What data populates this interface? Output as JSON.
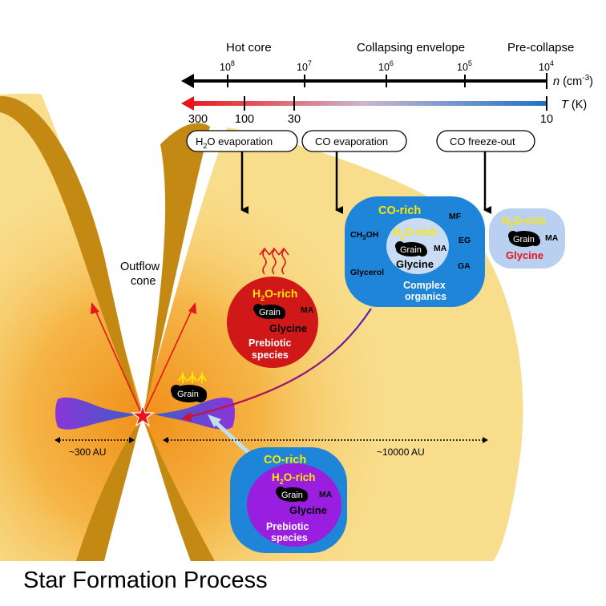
{
  "title": "Star Formation Process",
  "stages": {
    "hot_core": "Hot core",
    "collapsing": "Collapsing envelope",
    "pre_collapse": "Pre-collapse"
  },
  "density_axis": {
    "ticks": [
      {
        "base": "10",
        "exp": "8"
      },
      {
        "base": "10",
        "exp": "7"
      },
      {
        "base": "10",
        "exp": "6"
      },
      {
        "base": "10",
        "exp": "5"
      },
      {
        "base": "10",
        "exp": "4"
      }
    ],
    "label_var": "n",
    "label_unit_open": " (cm",
    "label_unit_exp": "-3",
    "label_unit_close": ")"
  },
  "temperature_axis": {
    "ticks": [
      "300",
      "100",
      "30",
      "10"
    ],
    "label_var": "T",
    "label_unit": " (K)",
    "colors": {
      "hot": "#e8141b",
      "mid": "#c9b7cf",
      "cold": "#1f73c7"
    }
  },
  "events": {
    "h2o_evap_pre": "H",
    "h2o_evap_sub": "2",
    "h2o_evap_post": "O evaporation",
    "co_evap": "CO evaporation",
    "co_freeze": "CO freeze-out"
  },
  "bubbles": {
    "pre_collapse": {
      "rich_pre": "H",
      "rich_sub": "2",
      "rich_post": "O-rich",
      "grain": "Grain",
      "ma": "MA",
      "glycine": "Glycine"
    },
    "collapsing": {
      "co_rich": "CO-rich",
      "mf": "MF",
      "ch3oh_pre": "CH",
      "ch3oh_sub": "3",
      "ch3oh_post": "OH",
      "eg": "EG",
      "glycerol": "Glycerol",
      "ga": "GA",
      "rich_pre": "H",
      "rich_sub": "2",
      "rich_post": "O-rich",
      "grain": "Grain",
      "ma": "MA",
      "glycine": "Glycine",
      "complex_line1": "Complex",
      "complex_line2": "organics"
    },
    "hot_core": {
      "rich_pre": "H",
      "rich_sub": "2",
      "rich_post": "O-rich",
      "grain": "Grain",
      "ma": "MA",
      "glycine": "Glycine",
      "prebiotic_line1": "Prebiotic",
      "prebiotic_line2": "species"
    },
    "disk": {
      "co_rich": "CO-rich",
      "rich_pre": "H",
      "rich_sub": "2",
      "rich_post": "O-rich",
      "grain": "Grain",
      "ma": "MA",
      "glycine": "Glycine",
      "prebiotic_line1": "Prebiotic",
      "prebiotic_line2": "species"
    }
  },
  "outflow": {
    "line1": "Outflow",
    "line2": "cone"
  },
  "free_grain": "Grain",
  "scales": {
    "disk": "~300 AU",
    "envelope": "~10000 AU"
  },
  "colors": {
    "envelope": "#f8de8c",
    "cone_dark": "#c48912",
    "core_orange": "#f29a1c",
    "disk_purple": "#7a3ec9",
    "hot_red": "#d01818",
    "co_blue": "#1f85d8",
    "light_blue": "#b9d0f0",
    "violet": "#9a1ee0",
    "yellow_text": "#ffe600",
    "arrow_red": "#e8141b"
  }
}
